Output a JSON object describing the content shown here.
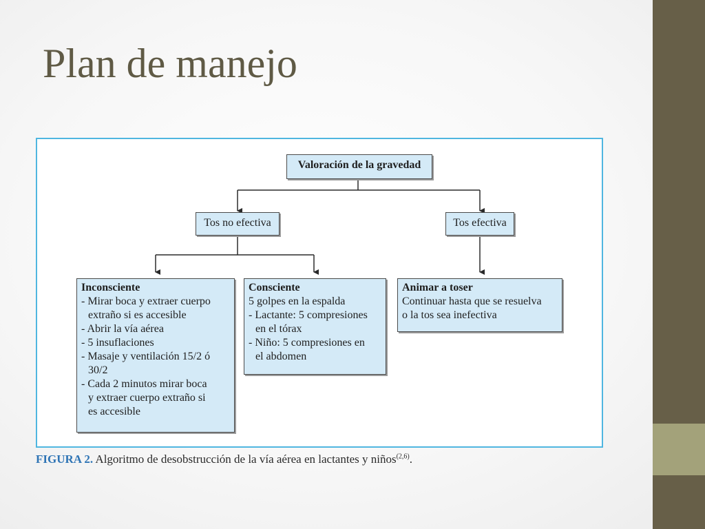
{
  "slide": {
    "title": "Plan de manejo"
  },
  "diagram": {
    "root": {
      "label": "Valoración de la gravedad"
    },
    "branches": [
      {
        "label": "Tos no efectiva"
      },
      {
        "label": "Tos efectiva"
      }
    ],
    "leaves": {
      "inconsciente": {
        "heading": "Inconsciente",
        "lines": [
          "- Mirar boca y extraer cuerpo",
          "extraño si es accesible",
          "- Abrir la vía aérea",
          "- 5 insuflaciones",
          "- Masaje y ventilación 15/2 ó",
          "30/2",
          "- Cada 2 minutos mirar boca",
          "y extraer cuerpo extraño si",
          "es accesible"
        ]
      },
      "consciente": {
        "heading": "Consciente",
        "lines": [
          "5 golpes en la espalda",
          "- Lactante: 5 compresiones",
          "en el tórax",
          "- Niño: 5 compresiones en",
          "el abdomen"
        ]
      },
      "animar": {
        "heading": "Animar a toser",
        "lines": [
          "Continuar hasta que se resuelva",
          "o la tos sea inefectiva"
        ]
      }
    },
    "caption": {
      "label": "FIGURA 2.",
      "text": " Algoritmo de desobstrucción de la vía aérea en lactantes y niños",
      "ref": "(2,6)",
      "end": "."
    }
  },
  "colors": {
    "title": "#5f5a45",
    "node_fill": "#d4eaf7",
    "frame_border": "#4fb6e0",
    "caption_label": "#2e74b5",
    "side_bar": "#675f48",
    "side_accent": "#a3a27a"
  }
}
